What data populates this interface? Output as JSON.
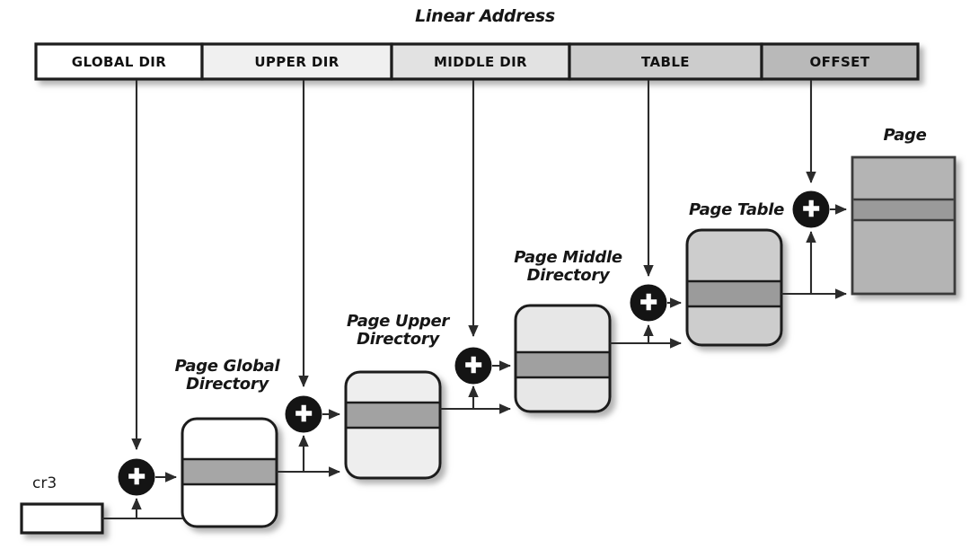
{
  "diagram": {
    "title": "Linear Address",
    "type": "four-level-paging-address-translation"
  },
  "linear_address": {
    "fields": [
      {
        "label": "GLOBAL DIR",
        "fill": "#ffffff"
      },
      {
        "label": "UPPER DIR",
        "fill": "#f0f0f0"
      },
      {
        "label": "MIDDLE DIR",
        "fill": "#e2e2e2"
      },
      {
        "label": "TABLE",
        "fill": "#cccccc"
      },
      {
        "label": "OFFSET",
        "fill": "#b9b9b9"
      }
    ]
  },
  "registers": {
    "cr3_label": "cr3"
  },
  "tables": [
    {
      "name": "page-global-directory",
      "label": "Page Global\nDirectory",
      "fill": "#ffffff",
      "band": "#a6a6a6"
    },
    {
      "name": "page-upper-directory",
      "label": "Page Upper\nDirectory",
      "fill": "#eeeeee",
      "band": "#a2a2a2"
    },
    {
      "name": "page-middle-directory",
      "label": "Page Middle\nDirectory",
      "fill": "#e7e7e7",
      "band": "#a0a0a0"
    },
    {
      "name": "page-table",
      "label": "Page Table",
      "fill": "#cdcdcd",
      "band": "#9b9b9b"
    },
    {
      "name": "page-frame",
      "label": "Page",
      "fill": "#b4b4b4",
      "band": "#9a9a9a"
    }
  ],
  "adders": {
    "symbol": "+",
    "count": 5,
    "description": "black circle plus operators combining base address with index field"
  },
  "colors": {
    "line": "#2b2b2b",
    "text": "#161616",
    "adder_fill": "#141414",
    "adder_glyph": "#ffffff",
    "shadow": "#b7b7b7"
  }
}
